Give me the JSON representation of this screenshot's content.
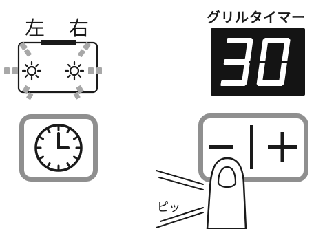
{
  "burner": {
    "left_label": "左",
    "right_label": "右"
  },
  "grill_timer": {
    "title": "グリルタイマー",
    "display_value": "30"
  },
  "buttons": {
    "clock": "clock-icon",
    "minus": "−",
    "plus": "+"
  },
  "sound": {
    "beep_text": "ピッ"
  },
  "colors": {
    "outline": "#1a1a1a",
    "button_border": "#8f8f8f",
    "display_bg": "#141414",
    "segment": "#ffffff",
    "blink_marks": "#a8a8a8"
  }
}
